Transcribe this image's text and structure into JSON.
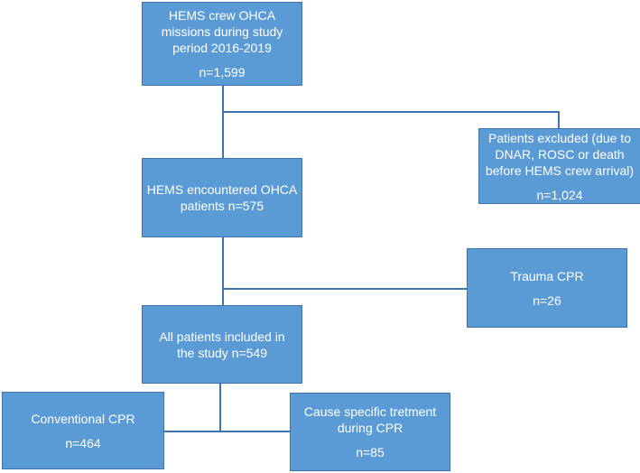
{
  "colors": {
    "box_fill": "#5b9bd5",
    "box_border": "#3f73b0",
    "connector": "#3f73b0",
    "text": "#ffffff"
  },
  "boxes": {
    "missions": {
      "lines": [
        "HEMS crew OHCA",
        "missions during study",
        "period 2016-2019"
      ],
      "count": "n=1,599"
    },
    "excluded": {
      "lines": [
        "Patients excluded (due to",
        "DNAR, ROSC or death",
        "before HEMS crew arrival)"
      ],
      "count": "n=1,024"
    },
    "encountered": {
      "lines": [
        "HEMS encountered OHCA",
        "patients n=575"
      ],
      "count": ""
    },
    "trauma": {
      "lines": [
        "Trauma CPR"
      ],
      "count": "n=26"
    },
    "included": {
      "lines": [
        "All patients included in",
        "the study n=549"
      ],
      "count": ""
    },
    "conventional": {
      "lines": [
        "Conventional CPR"
      ],
      "count": "n=464"
    },
    "cause_specific": {
      "lines": [
        "Cause specific tretment",
        "during CPR"
      ],
      "count": "n=85"
    }
  }
}
